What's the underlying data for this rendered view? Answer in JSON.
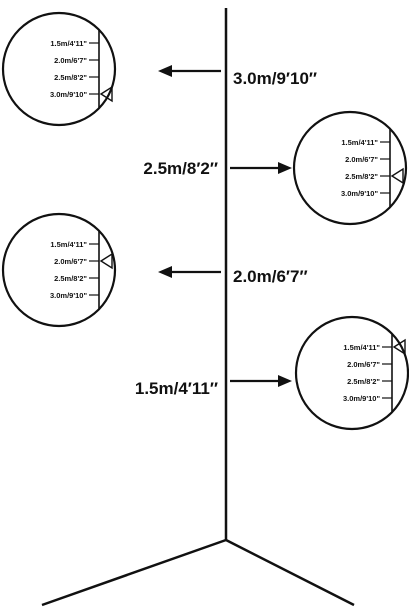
{
  "scale_marks": [
    "1.5m/4'11\"",
    "2.0m/6'7\"",
    "2.5m/8'2\"",
    "3.0m/9'10\""
  ],
  "levels": [
    {
      "height_label": "3.0m/9′10″",
      "arrow_direction": "left",
      "indicator_mark_index": 3
    },
    {
      "height_label": "2.5m/8′2″",
      "arrow_direction": "right",
      "indicator_mark_index": 2
    },
    {
      "height_label": "2.0m/6′7″",
      "arrow_direction": "left",
      "indicator_mark_index": 1
    },
    {
      "height_label": "1.5m/4′11″",
      "arrow_direction": "right",
      "indicator_mark_index": 0
    }
  ],
  "colors": {
    "ink": "#111111",
    "background": "#ffffff"
  }
}
